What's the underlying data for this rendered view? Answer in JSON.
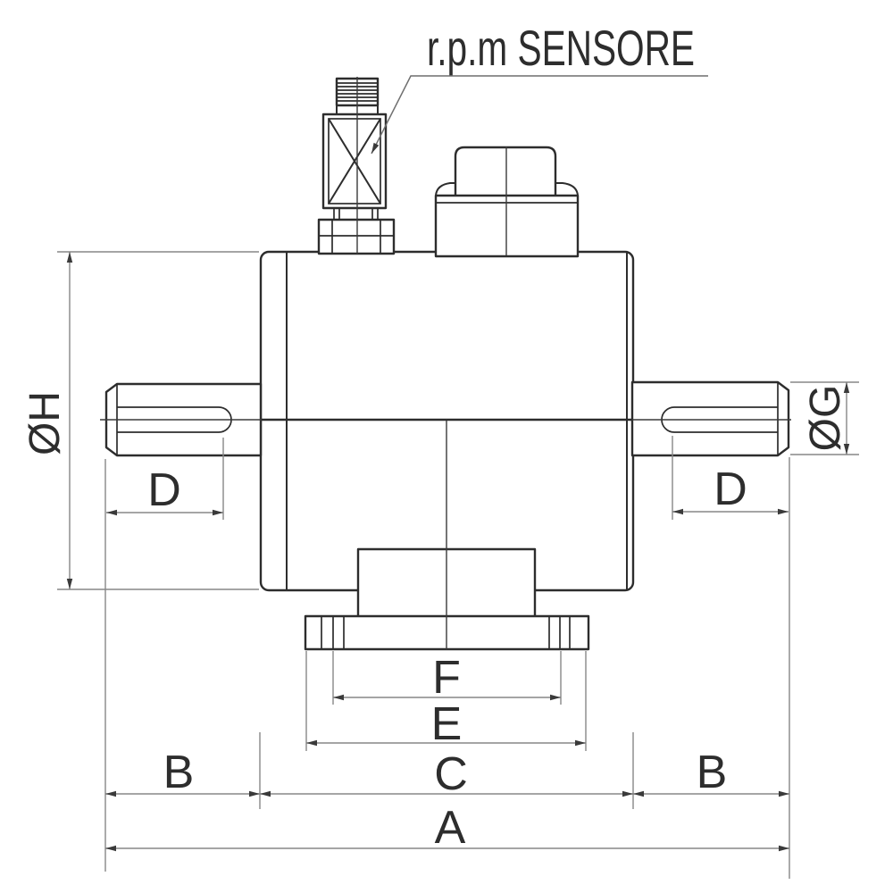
{
  "drawing": {
    "title_callout": "r.p.m SENSORE",
    "dimension_labels": {
      "total_width_A": "A",
      "shaft_left_B": "B",
      "body_width_C": "C",
      "shaft_right_B": "B",
      "key_left_D": "D",
      "key_right_D": "D",
      "flange_width_E": "E",
      "flange_inner_F": "F",
      "shaft_diameter_G": "ØG",
      "body_diameter_H": "ØH"
    },
    "colors": {
      "object_line": "#2d2d2d",
      "dimension_line": "#878787",
      "text": "#2d2d2d",
      "background": "#ffffff"
    }
  }
}
